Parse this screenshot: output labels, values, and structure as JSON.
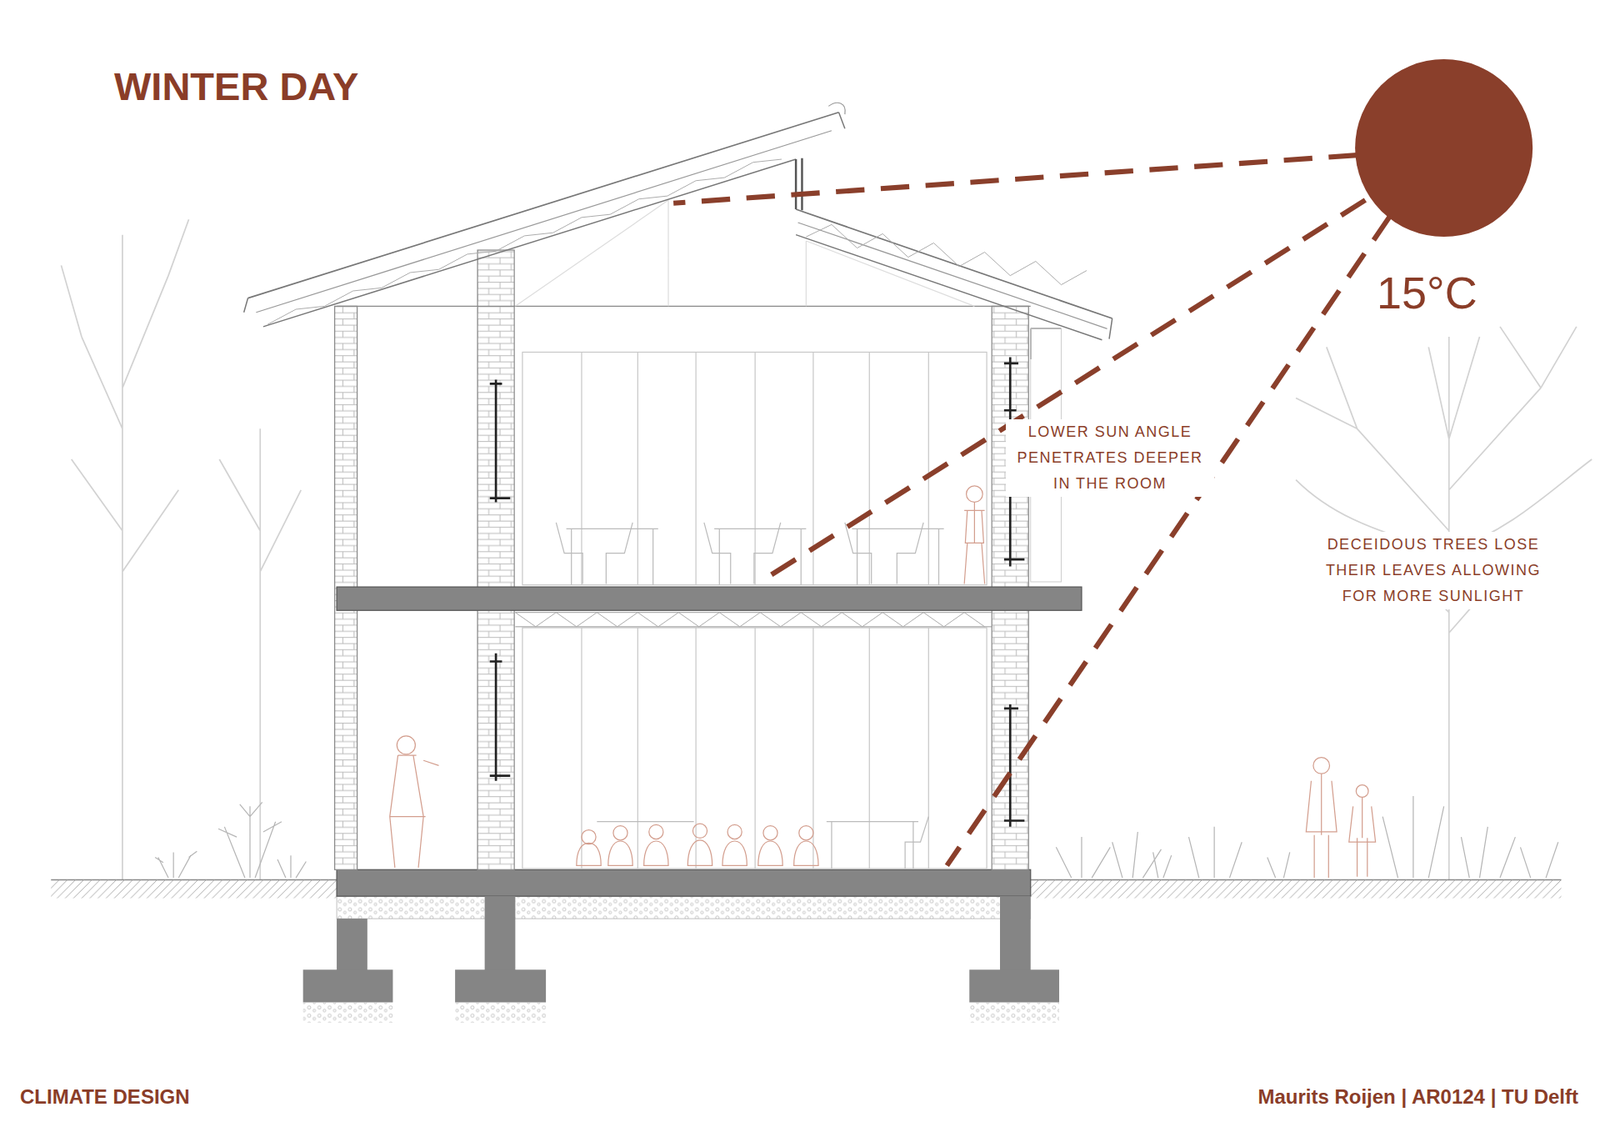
{
  "diagram": {
    "title": "WINTER DAY",
    "labels": [
      "15°C",
      "LOWER SUN ANGLE PENETRATES DEEPER IN THE ROOM",
      "DECEIDOUS TREES LOSE THEIR LEAVES ALLOWING FOR MORE SUNLIGHT",
      "CLIMATE DESIGN",
      "Maurits Roijen | AR0124 | TU Delft"
    ]
  }
}
